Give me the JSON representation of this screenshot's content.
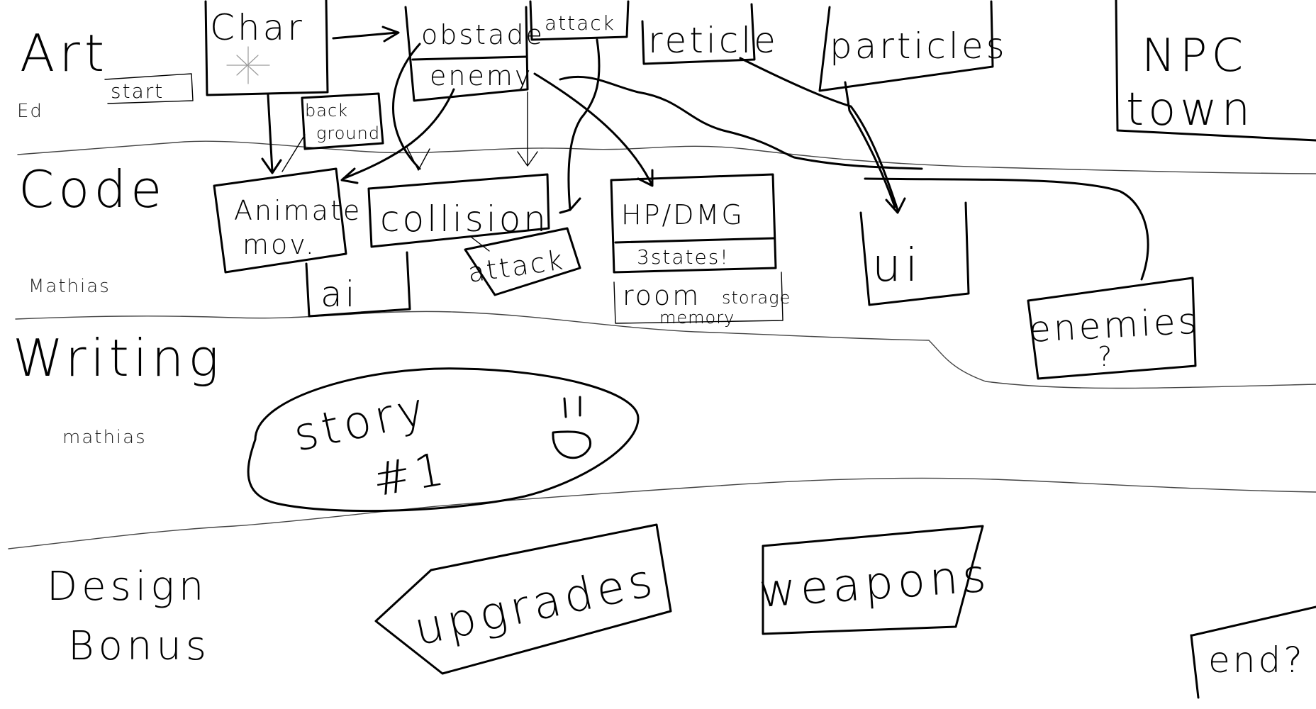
{
  "lanes": [
    {
      "id": "art",
      "title": "Art",
      "owner": "Ed"
    },
    {
      "id": "code",
      "title": "Code",
      "owner": "Mathias"
    },
    {
      "id": "writing",
      "title": "Writing",
      "owner": "mathias"
    },
    {
      "id": "design",
      "title": "Design",
      "owner": ""
    },
    {
      "id": "bonus",
      "title": "Bonus",
      "owner": ""
    }
  ],
  "nodes": {
    "start": "start",
    "char": "Char",
    "obstacle": "obstade",
    "enemy": "enemy",
    "attack_art": "attack",
    "reticle": "reticle",
    "particles": "particles",
    "npc": "NPC",
    "town": "town",
    "background_1": "back",
    "background_2": "ground",
    "animate_1": "Animate",
    "animate_2": "mov.",
    "collision": "collision",
    "hpdmg": "HP/DMG",
    "states": "3states!",
    "ui": "ui",
    "ai": "ai",
    "attack_code": "attack",
    "room_1": "room",
    "storage": "storage",
    "memory": "memory",
    "enemies": "enemies",
    "enemies_q": "?",
    "story_1": "story",
    "story_2": "#1",
    "upgrades": "upgrades",
    "weapons": "weapons",
    "end": "end?"
  },
  "doodle": "smiley-face"
}
